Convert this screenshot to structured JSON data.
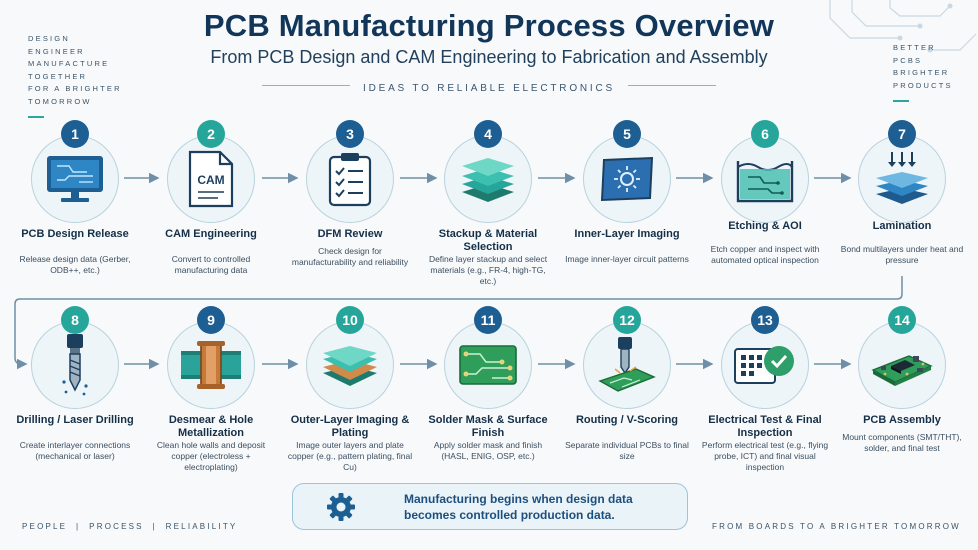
{
  "header": {
    "title": "PCB Manufacturing Process Overview",
    "subtitle": "From PCB Design and CAM Engineering to Fabrication and Assembly",
    "tagline": "IDEAS TO RELIABLE ELECTRONICS"
  },
  "corner_left": [
    "DESIGN",
    "ENGINEER",
    "MANUFACTURE",
    "TOGETHER",
    "FOR A BRIGHTER",
    "TOMORROW"
  ],
  "corner_right": [
    "BETTER",
    "PCBS",
    "BRIGHTER",
    "PRODUCTS"
  ],
  "steps": [
    {
      "num": "1",
      "title": "PCB Design Release",
      "desc": "Release design data (Gerber, ODB++, etc.)",
      "icon": "monitor-circuit-icon"
    },
    {
      "num": "2",
      "title": "CAM Engineering",
      "desc": "Convert to controlled manufacturing data",
      "icon": "cam-file-icon",
      "icon_text": "CAM"
    },
    {
      "num": "3",
      "title": "DFM Review",
      "desc": "Check design for manufacturability and reliability",
      "icon": "checklist-icon"
    },
    {
      "num": "4",
      "title": "Stackup & Material Selection",
      "desc": "Define layer stackup and select materials (e.g., FR-4, high-TG, etc.)",
      "icon": "layer-stack-icon"
    },
    {
      "num": "5",
      "title": "Inner-Layer Imaging",
      "desc": "Image inner-layer circuit patterns",
      "icon": "imaging-panel-icon"
    },
    {
      "num": "6",
      "title": "Etching & AOI",
      "desc": "Etch copper and inspect with automated optical inspection",
      "icon": "etching-bath-icon"
    },
    {
      "num": "7",
      "title": "Lamination",
      "desc": "Bond multilayers under heat and pressure",
      "icon": "lamination-press-icon"
    },
    {
      "num": "8",
      "title": "Drilling / Laser Drilling",
      "desc": "Create interlayer connections (mechanical or laser)",
      "icon": "drill-bit-icon"
    },
    {
      "num": "9",
      "title": "Desmear & Hole Metallization",
      "desc": "Clean hole walls and deposit copper (electroless + electroplating)",
      "icon": "plated-hole-icon"
    },
    {
      "num": "10",
      "title": "Outer-Layer Imaging & Plating",
      "desc": "Image outer layers and plate copper (e.g., pattern plating, final Cu)",
      "icon": "plated-board-icon"
    },
    {
      "num": "11",
      "title": "Solder Mask & Surface Finish",
      "desc": "Apply solder mask and finish (HASL, ENIG, OSP, etc.)",
      "icon": "solder-mask-board-icon"
    },
    {
      "num": "12",
      "title": "Routing / V-Scoring",
      "desc": "Separate individual PCBs to final size",
      "icon": "router-bit-icon"
    },
    {
      "num": "13",
      "title": "Electrical Test & Final Inspection",
      "desc": "Perform electrical test (e.g., flying probe, ICT) and final visual inspection",
      "icon": "test-check-icon"
    },
    {
      "num": "14",
      "title": "PCB Assembly",
      "desc": "Mount components (SMT/THT), solder, and final test",
      "icon": "assembled-board-icon"
    }
  ],
  "callout": {
    "line1": "Manufacturing begins when design data",
    "line2": "becomes controlled production data.",
    "icon": "gear-icon"
  },
  "footer": {
    "left": "PEOPLE  |  PROCESS  |  RELIABILITY",
    "right": "FROM BOARDS TO A BRIGHTER TOMORROW"
  },
  "colors": {
    "navy": "#12365a",
    "blue": "#1d5e93",
    "teal": "#26a69a",
    "green": "#2e9e6a"
  }
}
